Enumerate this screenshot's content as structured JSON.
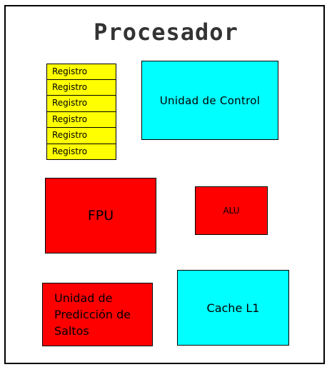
{
  "title": "Procesador",
  "registers": [
    "Registro",
    "Registro",
    "Registro",
    "Registro",
    "Registro",
    "Registro"
  ],
  "components": {
    "control_unit": "Unidad de Control",
    "fpu": "FPU",
    "alu": "ALU",
    "branch_prediction": "Unidad de\nPredicción de\nSaltos",
    "cache": "Cache L1"
  },
  "colors": {
    "register": "#ffff00",
    "control_unit": "#00ffff",
    "fpu": "#ff0000",
    "alu": "#ff0000",
    "branch_prediction": "#ff0000",
    "cache": "#00ffff"
  }
}
